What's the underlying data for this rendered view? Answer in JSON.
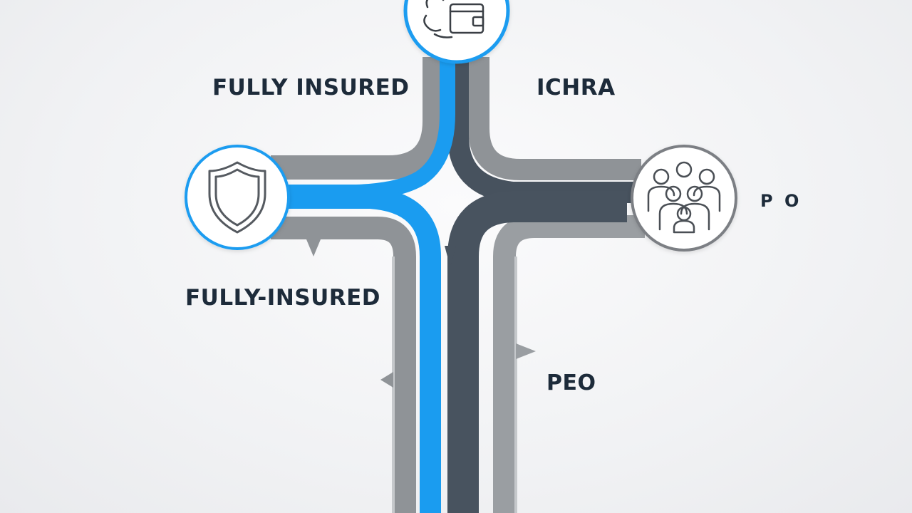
{
  "labels": {
    "fully_insured_top": "FULLY INSURED",
    "ichra": "ICHRA",
    "fully_insured_left": "FULLY-INSURED",
    "peo": "PEO",
    "po": "P O"
  },
  "nodes": [
    {
      "name": "top-node",
      "icon": "wallet-icon"
    },
    {
      "name": "left-node",
      "icon": "shield-icon"
    },
    {
      "name": "right-node",
      "icon": "people-group-icon"
    }
  ],
  "colors": {
    "blue": "#1a9cf0",
    "dark_slate": "#48535f",
    "gray": "#8e9296",
    "light_gray": "#a7aaad",
    "text": "#1d2b3a"
  }
}
